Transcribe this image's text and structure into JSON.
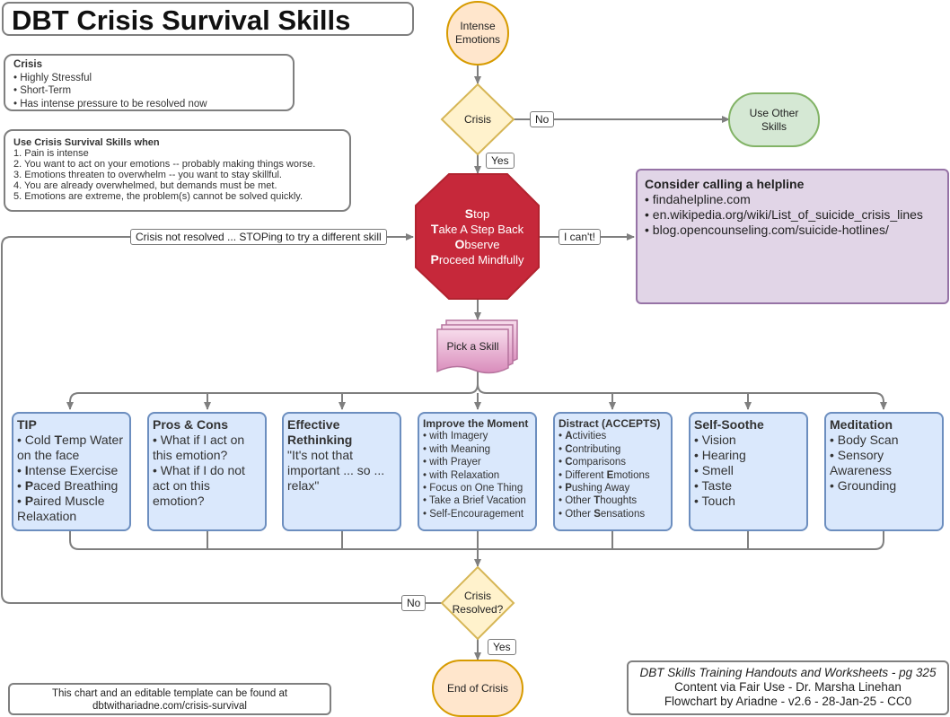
{
  "title": "DBT Crisis Survival Skills",
  "crisis_note": {
    "heading": "Crisis",
    "items": [
      "• Highly Stressful",
      "• Short-Term",
      "• Has intense pressure to be resolved now"
    ]
  },
  "when_note": {
    "heading": "Use Crisis Survival Skills when",
    "items": [
      "1. Pain is intense",
      "2. You want to act on your emotions -- probably making things worse.",
      "3. Emotions threaten to overwhelm -- you want to stay skillful.",
      "4. You are already overwhelmed, but demands must be met.",
      "5. Emotions are extreme, the problem(s) cannot be solved quickly."
    ]
  },
  "flow": {
    "start": "Intense Emotions",
    "decision_crisis": "Crisis",
    "label_no": "No",
    "label_yes": "Yes",
    "other_skills": "Use Other Skills",
    "label_cant": "I can't!",
    "label_not_resolved": "Crisis not resolved ... STOPing to try a different skill",
    "pick_skill": "Pick a Skill",
    "decision_resolved": "Crisis Resolved?",
    "label_no2": "No",
    "label_yes2": "Yes",
    "end": "End of Crisis"
  },
  "stop": {
    "lines": [
      {
        "first": "S",
        "rest": "top"
      },
      {
        "first": "T",
        "rest": "ake A Step Back"
      },
      {
        "first": "O",
        "rest": "bserve"
      },
      {
        "first": "P",
        "rest": "roceed Mindfully"
      }
    ]
  },
  "helpline": {
    "heading": "Consider calling a helpline",
    "items": [
      "• findahelpline.com",
      "• en.wikipedia.org/wiki/List_of_suicide_crisis_lines",
      "• blog.opencounseling.com/suicide-hotlines/"
    ]
  },
  "skills": {
    "tip": {
      "title": "TIP",
      "items": [
        {
          "pre": "• Cold ",
          "bold": "T",
          "post": "emp Water on the face"
        },
        {
          "pre": "• ",
          "bold": "I",
          "post": "ntense Exercise"
        },
        {
          "pre": "• ",
          "bold": "P",
          "post": "aced Breathing"
        },
        {
          "pre": "• ",
          "bold": "P",
          "post": "aired Muscle Relaxation"
        }
      ]
    },
    "pros_cons": {
      "title": "Pros & Cons",
      "items": [
        "• What if I act on this emotion?",
        "• What if I do not act on this emotion?"
      ]
    },
    "rethinking": {
      "title": "Effective Rethinking",
      "items": [
        "\"It's not that important ... so ... relax\""
      ]
    },
    "improve": {
      "title": "Improve the Moment",
      "items": [
        "• with Imagery",
        "• with Meaning",
        "• with Prayer",
        "• with Relaxation",
        "• Focus on One Thing",
        "• Take a Brief Vacation",
        "• Self-Encouragement"
      ]
    },
    "distract": {
      "title": "Distract (ACCEPTS)",
      "items": [
        {
          "pre": "• ",
          "bold": "A",
          "post": "ctivities"
        },
        {
          "pre": "• ",
          "bold": "C",
          "post": "ontributing"
        },
        {
          "pre": "• ",
          "bold": "C",
          "post": "omparisons"
        },
        {
          "pre": "• Different ",
          "bold": "E",
          "post": "motions"
        },
        {
          "pre": "• ",
          "bold": "P",
          "post": "ushing Away"
        },
        {
          "pre": "• Other ",
          "bold": "T",
          "post": "houghts"
        },
        {
          "pre": "• Other ",
          "bold": "S",
          "post": "ensations"
        }
      ]
    },
    "soothe": {
      "title": "Self-Soothe",
      "items": [
        "• Vision",
        "• Hearing",
        "• Smell",
        "• Taste",
        "• Touch"
      ]
    },
    "meditation": {
      "title": "Meditation",
      "items": [
        "• Body Scan",
        "• Sensory Awareness",
        "• Grounding"
      ]
    }
  },
  "footer_left": {
    "line1": "This chart and an editable template can be found at",
    "line2": "dbtwithariadne.com/crisis-survival"
  },
  "footer_right": {
    "line1": "DBT Skills Training Handouts and Worksheets - pg 325",
    "line2": "Content via Fair Use - Dr. Marsha Linehan",
    "line3": "Flowchart by Ariadne - v2.6 - 28-Jan-25 - CC0"
  },
  "colors": {
    "skill_fill": "#dae8fc",
    "skill_border": "#6c8ebf",
    "diamond_fill": "#fff2cc",
    "diamond_border": "#d6b656",
    "terminal_fill": "#ffe6cc",
    "terminal_border": "#d79b00",
    "other_fill": "#d5e8d4",
    "other_border": "#82b366",
    "stop_fill": "#c6283a",
    "helpline_fill": "#e1d5e7",
    "helpline_border": "#9673a6",
    "doc_fill": "#e6a6cd",
    "doc_border": "#b5739d"
  }
}
